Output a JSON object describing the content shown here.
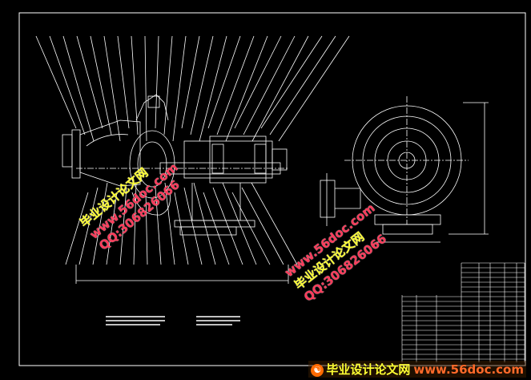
{
  "watermarks": [
    {
      "id": "wm1",
      "cn": "毕业设计论文网",
      "site": "www.56doc.com",
      "qq": "QQ:306826066"
    },
    {
      "id": "wm2",
      "cn": "毕业设计论文网",
      "site": "www.56doc.com",
      "qq": "QQ:306826066"
    }
  ],
  "logo": {
    "cn": "毕业设计论文网",
    "site": "www.56doc.com"
  },
  "colors": {
    "line": "#ffffff",
    "dim": "#ffffff",
    "background": "#000000",
    "watermark_red": "#ff3a5a",
    "watermark_yellow": "#ffff33"
  }
}
